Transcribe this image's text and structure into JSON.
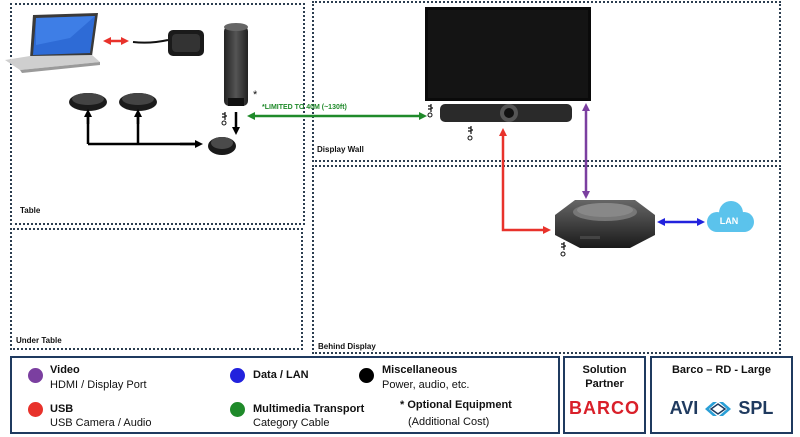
{
  "zones": {
    "table": "Table",
    "under_table": "Under Table",
    "display_wall": "Display Wall",
    "behind_display": "Behind Display"
  },
  "labels": {
    "cable_limit": "*LIMITED TO 40M (~130ft)",
    "optional_mark": "*",
    "lan": "LAN"
  },
  "legend": {
    "video_title": "Video",
    "video_sub": "HDMI / Display Port",
    "usb_title": "USB",
    "usb_sub": "USB Camera / Audio",
    "data_title": "Data / LAN",
    "multimedia_title": "Multimedia Transport",
    "multimedia_sub": "Category Cable",
    "misc_title": "Miscellaneous",
    "misc_sub": "Power, audio, etc.",
    "optional_title": "* Optional Equipment",
    "optional_sub": "(Additional Cost)"
  },
  "partner": {
    "heading_line1": "Solution",
    "heading_line2": "Partner",
    "logo_text": "BARCO"
  },
  "config": {
    "title": "Barco – RD - Large",
    "logo_text_left": "AVI",
    "logo_text_right": "SPL"
  },
  "colors": {
    "video": "#7b3fa0",
    "usb": "#e8322b",
    "data": "#2222dd",
    "multimedia": "#1f8a2a",
    "misc": "#000000",
    "zone_border": "#2c3e50",
    "lan_cloud": "#5bc3ec"
  },
  "icons": [
    "laptop-icon",
    "clickshare-button-icon",
    "speakerphone-icon",
    "camera-tower-icon",
    "hub-icon",
    "display-icon",
    "video-bar-icon",
    "base-unit-icon",
    "lan-cloud-icon",
    "power-plug-icon"
  ]
}
